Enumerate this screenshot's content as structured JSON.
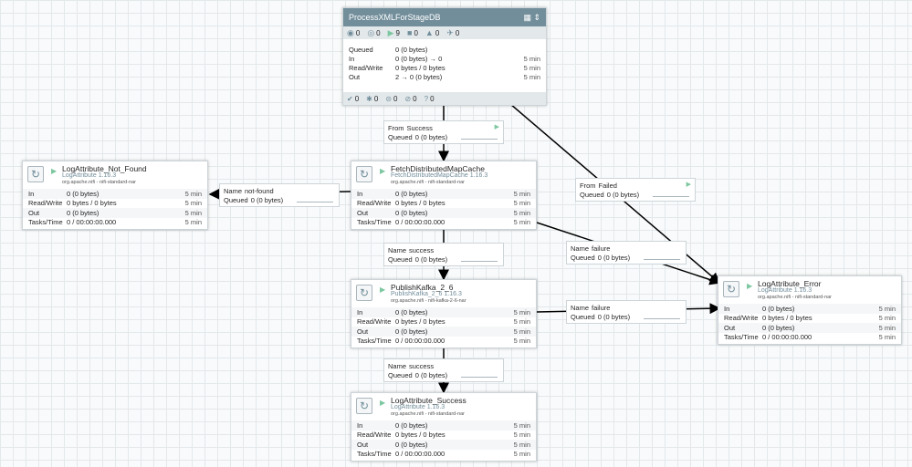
{
  "process_group": {
    "title": "ProcessXMLForStageDB",
    "menu_icon": "grid-menu-icon",
    "stats": [
      {
        "icon": "transmitting-icon",
        "glyph": "◉",
        "value": "0"
      },
      {
        "icon": "not-transmitting-icon",
        "glyph": "◎",
        "value": "0"
      },
      {
        "icon": "running-icon",
        "glyph": "▶",
        "value": "9"
      },
      {
        "icon": "stopped-icon",
        "glyph": "■",
        "value": "0"
      },
      {
        "icon": "invalid-icon",
        "glyph": "▲",
        "value": "0"
      },
      {
        "icon": "disabled-icon",
        "glyph": "✈",
        "value": "0"
      }
    ],
    "rows": [
      {
        "k": "Queued",
        "v": "0 (0 bytes)",
        "t": ""
      },
      {
        "k": "In",
        "v": "0 (0 bytes) → 0",
        "t": "5 min"
      },
      {
        "k": "Read/Write",
        "v": "0 bytes / 0 bytes",
        "t": "5 min"
      },
      {
        "k": "Out",
        "v": "2 → 0 (0 bytes)",
        "t": "5 min"
      }
    ],
    "footer": [
      {
        "icon": "up-to-date-icon",
        "glyph": "✔",
        "value": "0"
      },
      {
        "icon": "locally-modified-icon",
        "glyph": "✱",
        "value": "0"
      },
      {
        "icon": "stale-icon",
        "glyph": "⊝",
        "value": "0"
      },
      {
        "icon": "sync-failure-icon",
        "glyph": "⊘",
        "value": "0"
      },
      {
        "icon": "unknown-icon",
        "glyph": "?",
        "value": "0"
      }
    ]
  },
  "processors": {
    "fetch": {
      "name": "FetchDistributedMapCache",
      "type": "FetchDistributedMapCache 1.16.3",
      "bundle": "org.apache.nifi - nifi-standard-nar",
      "rows": [
        {
          "k": "In",
          "v": "0 (0 bytes)",
          "t": "5 min"
        },
        {
          "k": "Read/Write",
          "v": "0 bytes / 0 bytes",
          "t": "5 min"
        },
        {
          "k": "Out",
          "v": "0 (0 bytes)",
          "t": "5 min"
        },
        {
          "k": "Tasks/Time",
          "v": "0 / 00:00:00.000",
          "t": "5 min"
        }
      ]
    },
    "notfound": {
      "name": "LogAttribute_Not_Found",
      "type": "LogAttribute 1.16.3",
      "bundle": "org.apache.nifi - nifi-standard-nar",
      "rows": [
        {
          "k": "In",
          "v": "0 (0 bytes)",
          "t": "5 min"
        },
        {
          "k": "Read/Write",
          "v": "0 bytes / 0 bytes",
          "t": "5 min"
        },
        {
          "k": "Out",
          "v": "0 (0 bytes)",
          "t": "5 min"
        },
        {
          "k": "Tasks/Time",
          "v": "0 / 00:00:00.000",
          "t": "5 min"
        }
      ]
    },
    "kafka": {
      "name": "PublishKafka_2_6",
      "type": "PublishKafka_2_6 1.16.3",
      "bundle": "org.apache.nifi - nifi-kafka-2-6-nar",
      "rows": [
        {
          "k": "In",
          "v": "0 (0 bytes)",
          "t": "5 min"
        },
        {
          "k": "Read/Write",
          "v": "0 bytes / 0 bytes",
          "t": "5 min"
        },
        {
          "k": "Out",
          "v": "0 (0 bytes)",
          "t": "5 min"
        },
        {
          "k": "Tasks/Time",
          "v": "0 / 00:00:00.000",
          "t": "5 min"
        }
      ]
    },
    "success": {
      "name": "LogAttribute_Success",
      "type": "LogAttribute 1.16.3",
      "bundle": "org.apache.nifi - nifi-standard-nar",
      "rows": [
        {
          "k": "In",
          "v": "0 (0 bytes)",
          "t": "5 min"
        },
        {
          "k": "Read/Write",
          "v": "0 bytes / 0 bytes",
          "t": "5 min"
        },
        {
          "k": "Out",
          "v": "0 (0 bytes)",
          "t": "5 min"
        },
        {
          "k": "Tasks/Time",
          "v": "0 / 00:00:00.000",
          "t": "5 min"
        }
      ]
    },
    "error": {
      "name": "LogAttribute_Error",
      "type": "LogAttribute 1.16.3",
      "bundle": "org.apache.nifi - nifi-standard-nar",
      "rows": [
        {
          "k": "In",
          "v": "0 (0 bytes)",
          "t": "5 min"
        },
        {
          "k": "Read/Write",
          "v": "0 bytes / 0 bytes",
          "t": "5 min"
        },
        {
          "k": "Out",
          "v": "0 (0 bytes)",
          "t": "5 min"
        },
        {
          "k": "Tasks/Time",
          "v": "0 / 00:00:00.000",
          "t": "5 min"
        }
      ]
    }
  },
  "connections": {
    "from_success": {
      "label": "From",
      "name": "Success",
      "queued_label": "Queued",
      "queued": "0 (0 bytes)"
    },
    "from_failed": {
      "label": "From",
      "name": "Failed",
      "queued_label": "Queued",
      "queued": "0 (0 bytes)"
    },
    "not_found": {
      "label": "Name",
      "name": "not-found",
      "queued_label": "Queued",
      "queued": "0 (0 bytes)"
    },
    "success1": {
      "label": "Name",
      "name": "success",
      "queued_label": "Queued",
      "queued": "0 (0 bytes)"
    },
    "failure1": {
      "label": "Name",
      "name": "failure",
      "queued_label": "Queued",
      "queued": "0 (0 bytes)"
    },
    "failure2": {
      "label": "Name",
      "name": "failure",
      "queued_label": "Queued",
      "queued": "0 (0 bytes)"
    },
    "success2": {
      "label": "Name",
      "name": "success",
      "queued_label": "Queued",
      "queued": "0 (0 bytes)"
    }
  },
  "colors": {
    "header": "#728e9b",
    "running": "#7dc7a0",
    "canvas": "#f9fafb"
  }
}
